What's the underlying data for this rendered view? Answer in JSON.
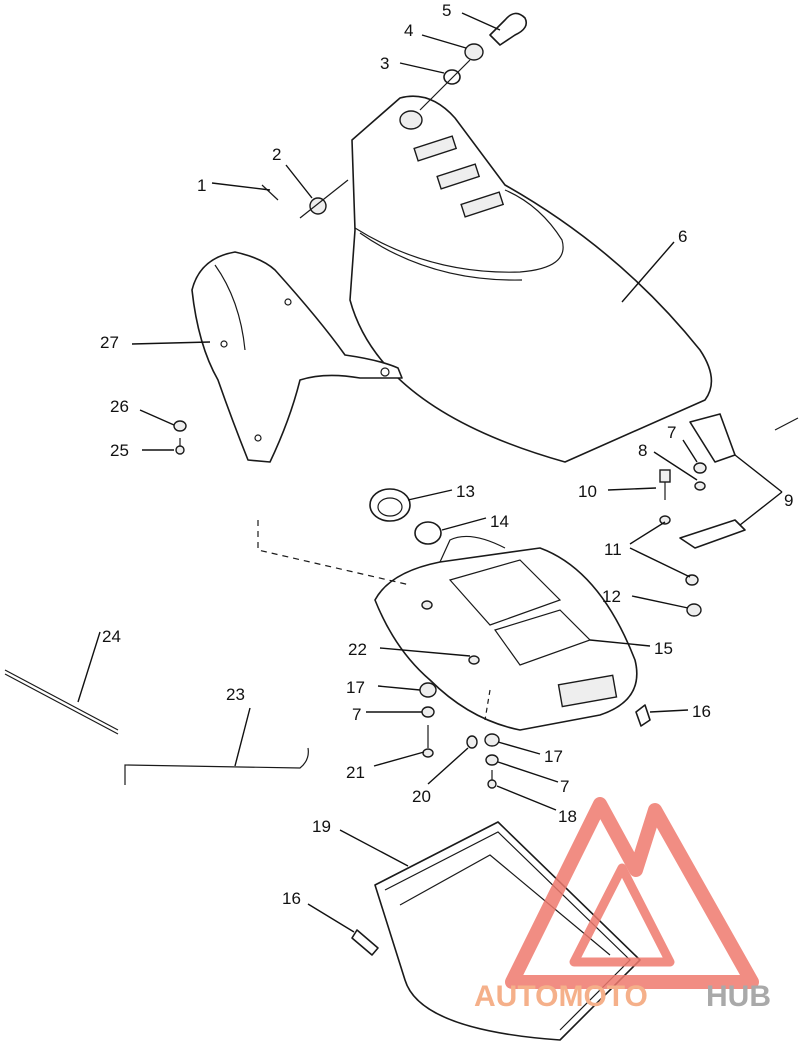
{
  "diagram": {
    "callouts": [
      {
        "n": "1"
      },
      {
        "n": "2"
      },
      {
        "n": "3"
      },
      {
        "n": "4"
      },
      {
        "n": "5"
      },
      {
        "n": "6"
      },
      {
        "n": "7"
      },
      {
        "n": "8"
      },
      {
        "n": "9"
      },
      {
        "n": "10"
      },
      {
        "n": "11"
      },
      {
        "n": "12"
      },
      {
        "n": "13"
      },
      {
        "n": "14"
      },
      {
        "n": "15"
      },
      {
        "n": "16"
      },
      {
        "n": "22"
      },
      {
        "n": "17"
      },
      {
        "n": "7"
      },
      {
        "n": "21"
      },
      {
        "n": "20"
      },
      {
        "n": "17"
      },
      {
        "n": "7"
      },
      {
        "n": "18"
      },
      {
        "n": "19"
      },
      {
        "n": "16"
      },
      {
        "n": "23"
      },
      {
        "n": "24"
      },
      {
        "n": "25"
      },
      {
        "n": "26"
      },
      {
        "n": "27"
      }
    ]
  },
  "watermark": {
    "part1": "AUTOMOTO",
    "part2": "HUB",
    "colors": {
      "triangle": "#ef7a6e",
      "text_primary": "#f5b08a",
      "text_secondary": "#a9a9a9"
    }
  }
}
